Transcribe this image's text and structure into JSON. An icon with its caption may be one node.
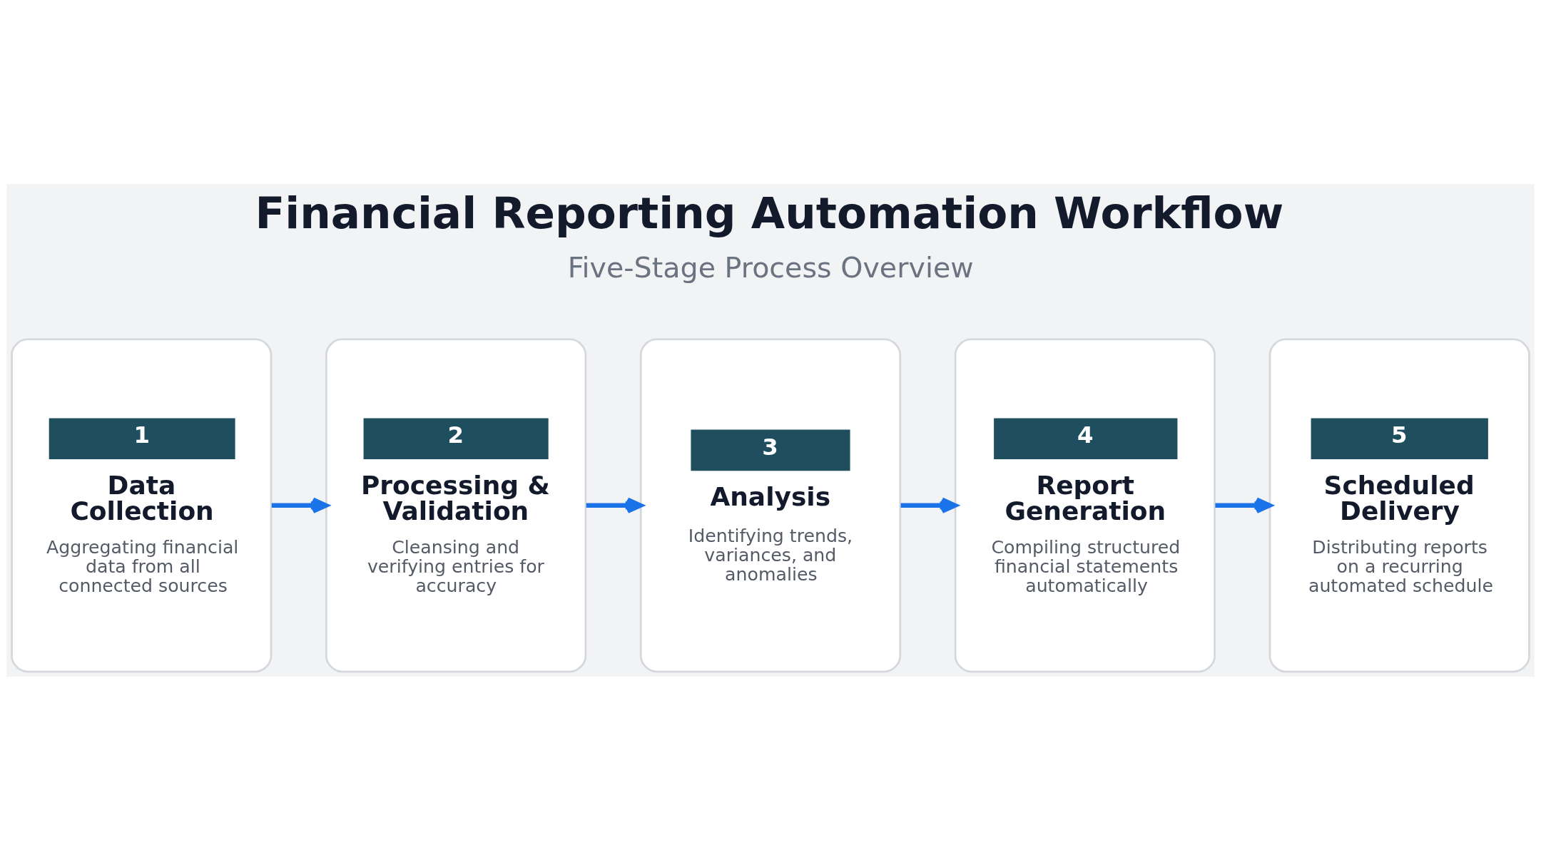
{
  "diagram": {
    "title": "Financial Reporting Automation Workflow",
    "nodes": [
      {
        "text": [
          "1",
          "Data Collection",
          "Aggregating financial data from all connected sources"
        ]
      },
      {
        "text": [
          "2",
          "Processing & Validation",
          "Cleansing and verifying entries for accuracy"
        ]
      },
      {
        "text": [
          "3",
          "Analysis",
          "Identifying trends, variances, and anomalies"
        ]
      },
      {
        "text": [
          "4",
          "Report Generation",
          "Compiling structured financial statements automatically"
        ]
      },
      {
        "text": [
          "5",
          "Scheduled Delivery",
          "Distributing reports on a recurring automated schedule"
        ]
      }
    ],
    "edges": [
      {
        "from": 0,
        "to": 1,
        "arrow": "to"
      },
      {
        "from": 1,
        "to": 2,
        "arrow": "to"
      },
      {
        "from": 2,
        "to": 3,
        "arrow": "to"
      },
      {
        "from": 3,
        "to": 4,
        "arrow": "to"
      }
    ],
    "labels": [
      "Five-Stage Process Overview"
    ]
  }
}
